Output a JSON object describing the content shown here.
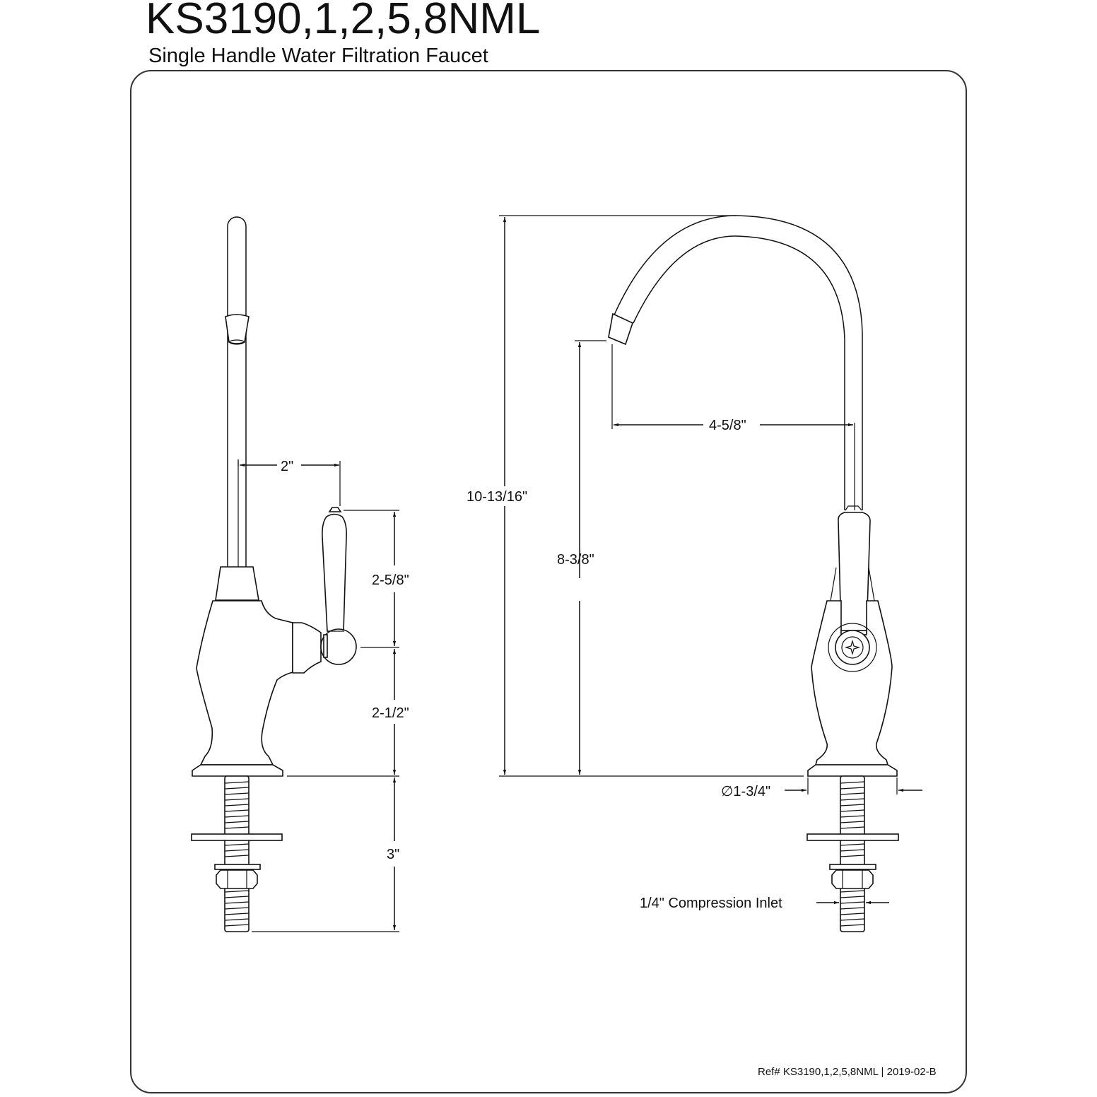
{
  "header": {
    "model": "KS3190,1,2,5,8NML",
    "description": "Single Handle Water Filtration Faucet"
  },
  "footer": {
    "reference": "Ref# KS3190,1,2,5,8NML | 2019-02-B"
  },
  "side_view": {
    "dimensions": {
      "handle_offset": "2\"",
      "handle_height": "2-5/8\"",
      "body_height": "2-1/2\"",
      "shank_length": "3\""
    }
  },
  "front_view": {
    "dimensions": {
      "overall_height": "10-13/16\"",
      "spout_height": "8-3/8\"",
      "spout_reach": "4-5/8\"",
      "base_diameter": "∅1-3/4\"",
      "inlet": "1/4\" Compression Inlet"
    }
  },
  "colors": {
    "line": "#111111",
    "frame": "#333333",
    "background": "#ffffff"
  }
}
